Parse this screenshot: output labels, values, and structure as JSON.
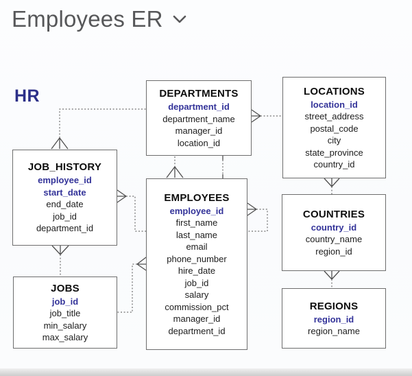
{
  "header": {
    "title": "Employees ER",
    "chevron_icon": "chevron-down"
  },
  "diagram": {
    "schema_label": "HR",
    "entities": [
      {
        "key": "departments",
        "title": "DEPARTMENTS",
        "columns": [
          {
            "name": "department_id",
            "pk": true
          },
          {
            "name": "department_name",
            "pk": false
          },
          {
            "name": "manager_id",
            "pk": false
          },
          {
            "name": "location_id",
            "pk": false
          }
        ]
      },
      {
        "key": "locations",
        "title": "LOCATIONS",
        "columns": [
          {
            "name": "location_id",
            "pk": true
          },
          {
            "name": "street_address",
            "pk": false
          },
          {
            "name": "postal_code",
            "pk": false
          },
          {
            "name": "city",
            "pk": false
          },
          {
            "name": "state_province",
            "pk": false
          },
          {
            "name": "country_id",
            "pk": false
          }
        ]
      },
      {
        "key": "job_history",
        "title": "JOB_HISTORY",
        "columns": [
          {
            "name": "employee_id",
            "pk": true
          },
          {
            "name": "start_date",
            "pk": true
          },
          {
            "name": "end_date",
            "pk": false
          },
          {
            "name": "job_id",
            "pk": false
          },
          {
            "name": "department_id",
            "pk": false
          }
        ]
      },
      {
        "key": "employees",
        "title": "EMPLOYEES",
        "columns": [
          {
            "name": "employee_id",
            "pk": true
          },
          {
            "name": "first_name",
            "pk": false
          },
          {
            "name": "last_name",
            "pk": false
          },
          {
            "name": "email",
            "pk": false
          },
          {
            "name": "phone_number",
            "pk": false
          },
          {
            "name": "hire_date",
            "pk": false
          },
          {
            "name": "job_id",
            "pk": false
          },
          {
            "name": "salary",
            "pk": false
          },
          {
            "name": "commission_pct",
            "pk": false
          },
          {
            "name": "manager_id",
            "pk": false
          },
          {
            "name": "department_id",
            "pk": false
          }
        ]
      },
      {
        "key": "countries",
        "title": "COUNTRIES",
        "columns": [
          {
            "name": "country_id",
            "pk": true
          },
          {
            "name": "country_name",
            "pk": false
          },
          {
            "name": "region_id",
            "pk": false
          }
        ]
      },
      {
        "key": "jobs",
        "title": "JOBS",
        "columns": [
          {
            "name": "job_id",
            "pk": true
          },
          {
            "name": "job_title",
            "pk": false
          },
          {
            "name": "min_salary",
            "pk": false
          },
          {
            "name": "max_salary",
            "pk": false
          }
        ]
      },
      {
        "key": "regions",
        "title": "REGIONS",
        "columns": [
          {
            "name": "region_id",
            "pk": true
          },
          {
            "name": "region_name",
            "pk": false
          }
        ]
      }
    ],
    "relationships": [
      {
        "from": "DEPARTMENTS",
        "to": "LOCATIONS",
        "many_end": "DEPARTMENTS",
        "style": "dotted"
      },
      {
        "from": "DEPARTMENTS",
        "to": "EMPLOYEES",
        "many_end": "EMPLOYEES",
        "style": "dotted"
      },
      {
        "from": "EMPLOYEES",
        "to": "DEPARTMENTS",
        "many_end": "none",
        "style": "dotted"
      },
      {
        "from": "JOB_HISTORY",
        "to": "DEPARTMENTS",
        "many_end": "JOB_HISTORY",
        "style": "dotted"
      },
      {
        "from": "JOB_HISTORY",
        "to": "EMPLOYEES",
        "many_end": "JOB_HISTORY",
        "style": "dotted"
      },
      {
        "from": "JOB_HISTORY",
        "to": "JOBS",
        "many_end": "JOB_HISTORY",
        "style": "dotted"
      },
      {
        "from": "EMPLOYEES",
        "to": "JOBS",
        "many_end": "EMPLOYEES",
        "style": "dotted"
      },
      {
        "from": "EMPLOYEES",
        "to": "EMPLOYEES",
        "many_end": "EMPLOYEES",
        "note": "self-reference manager loop",
        "style": "dotted"
      },
      {
        "from": "LOCATIONS",
        "to": "COUNTRIES",
        "many_end": "LOCATIONS",
        "style": "dotted"
      },
      {
        "from": "COUNTRIES",
        "to": "REGIONS",
        "many_end": "COUNTRIES",
        "style": "dotted"
      }
    ]
  },
  "colors": {
    "primary_key_text": "#333399",
    "schema_label_text": "#2c2f88",
    "entity_border": "#6d6d6d",
    "entity_title_text": "#0d0d0d",
    "column_text": "#1c1c1c",
    "page_title_text": "#565759",
    "connector": "#6f6f6f",
    "bottom_strip": "#cccccc",
    "background": "#fbfcfd"
  }
}
